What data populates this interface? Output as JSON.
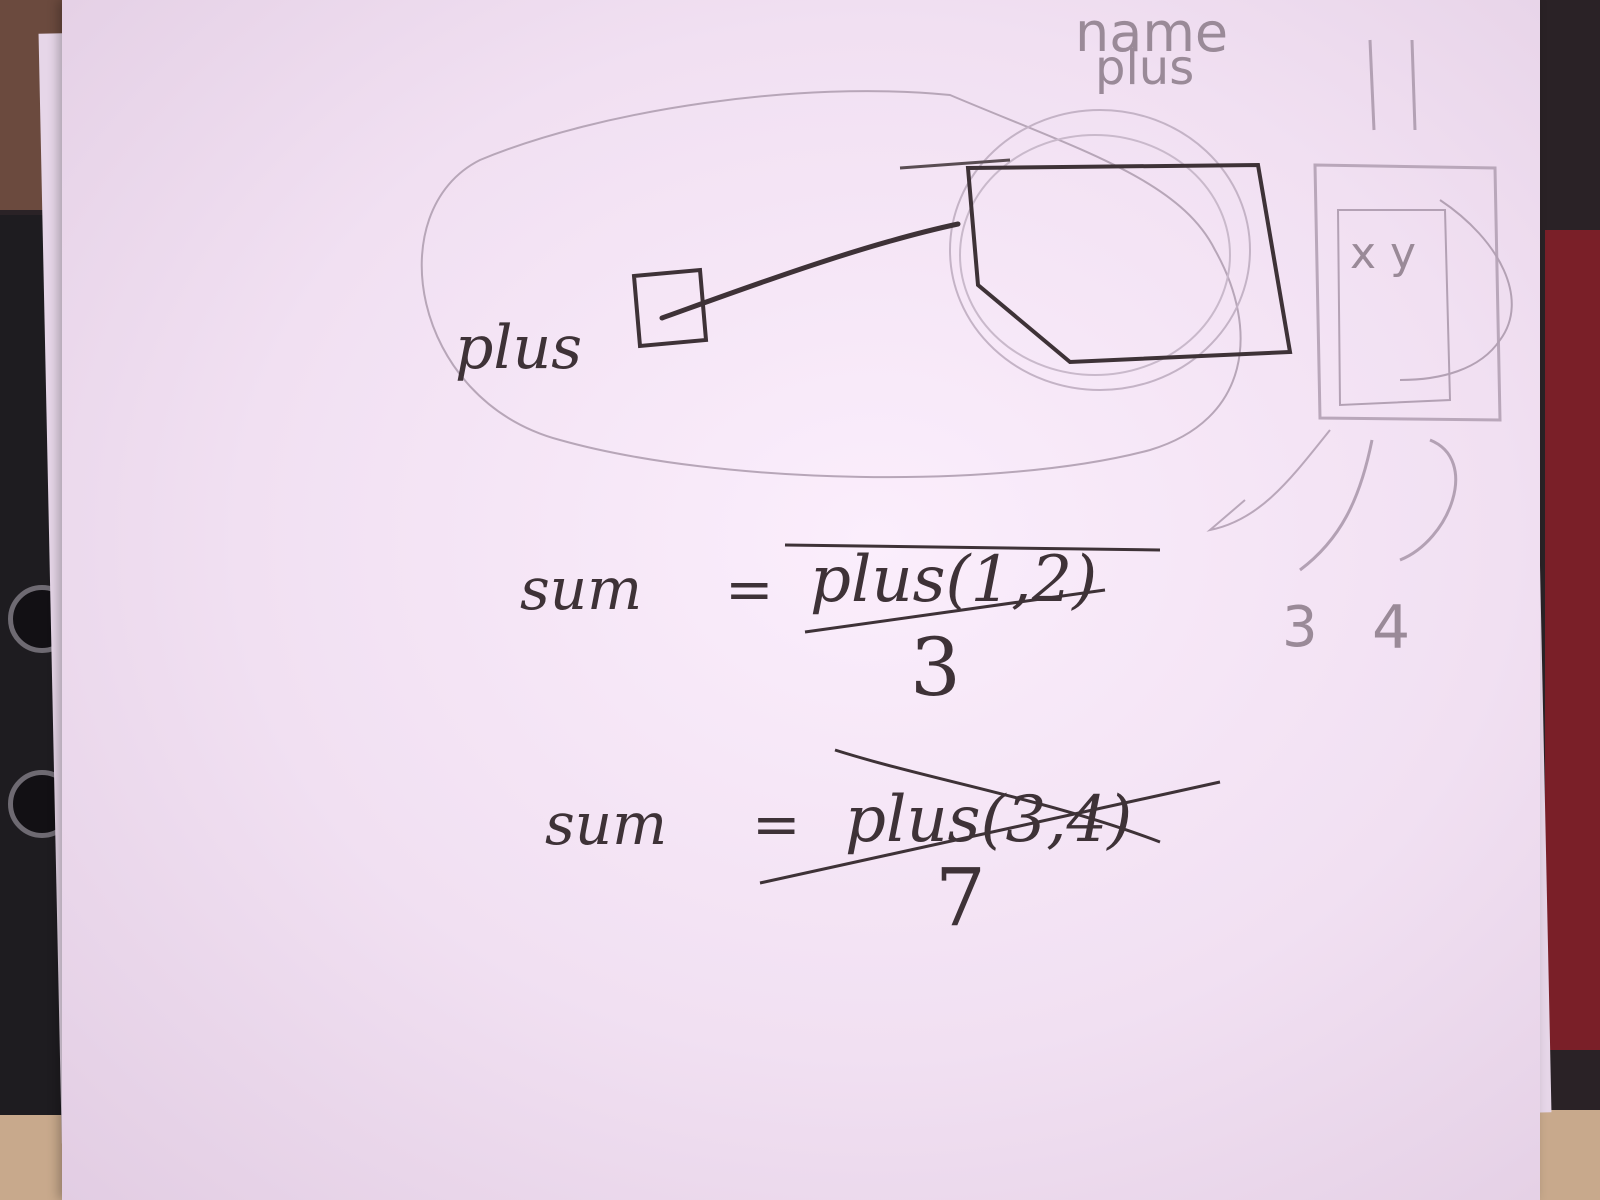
{
  "labels": {
    "frame_name": "name",
    "frame_fn": "plus",
    "var_label": "plus",
    "frame_params": "x y",
    "arg_a": "3",
    "arg_b": "4"
  },
  "equations": [
    {
      "lhs": "sum",
      "eq": "=",
      "call": "plus(1,2)",
      "result": "3"
    },
    {
      "lhs": "sum",
      "eq": "=",
      "call": "plus(3,4)",
      "result": "7"
    }
  ],
  "colors": {
    "ink": "#3e3237",
    "pencil_light": "#9a8a98",
    "paper": "#f6e8f7"
  }
}
